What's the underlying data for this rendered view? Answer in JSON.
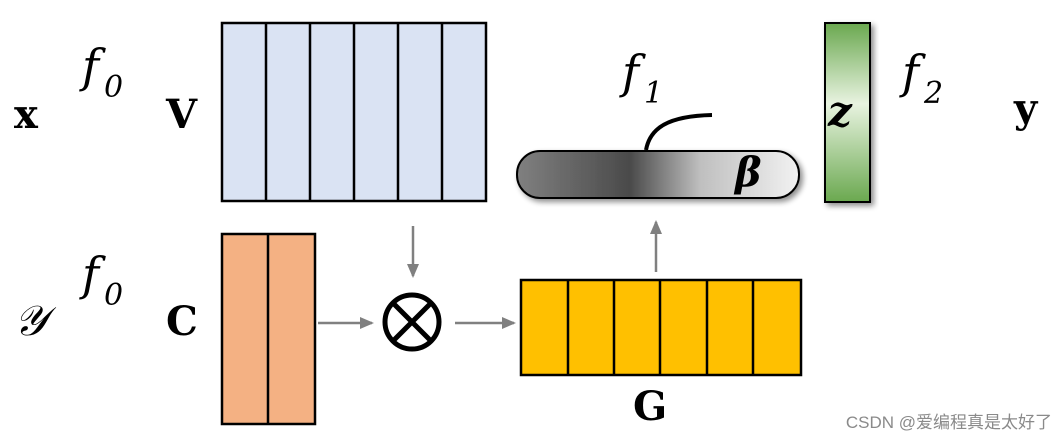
{
  "labels": {
    "x": "x",
    "v": "V",
    "f0_top": "f",
    "f0_top_sub": "0",
    "f1": "f",
    "f1_sub": "1",
    "z": "z",
    "f2": "f",
    "f2_sub": "2",
    "y": "y",
    "beta": "β",
    "script_y": "𝒴",
    "f0_bottom": "f",
    "f0_bottom_sub": "0",
    "c": "C",
    "g": "G",
    "otimes": "⊗"
  },
  "watermark": "CSDN @爱编程真是太好了",
  "colors": {
    "v_block": "#dae3f3",
    "c_block": "#f4b183",
    "g_block": "#ffc000",
    "z_block": "#70ad47",
    "arrow_main": "#000000",
    "arrow_grey": "#808080"
  }
}
